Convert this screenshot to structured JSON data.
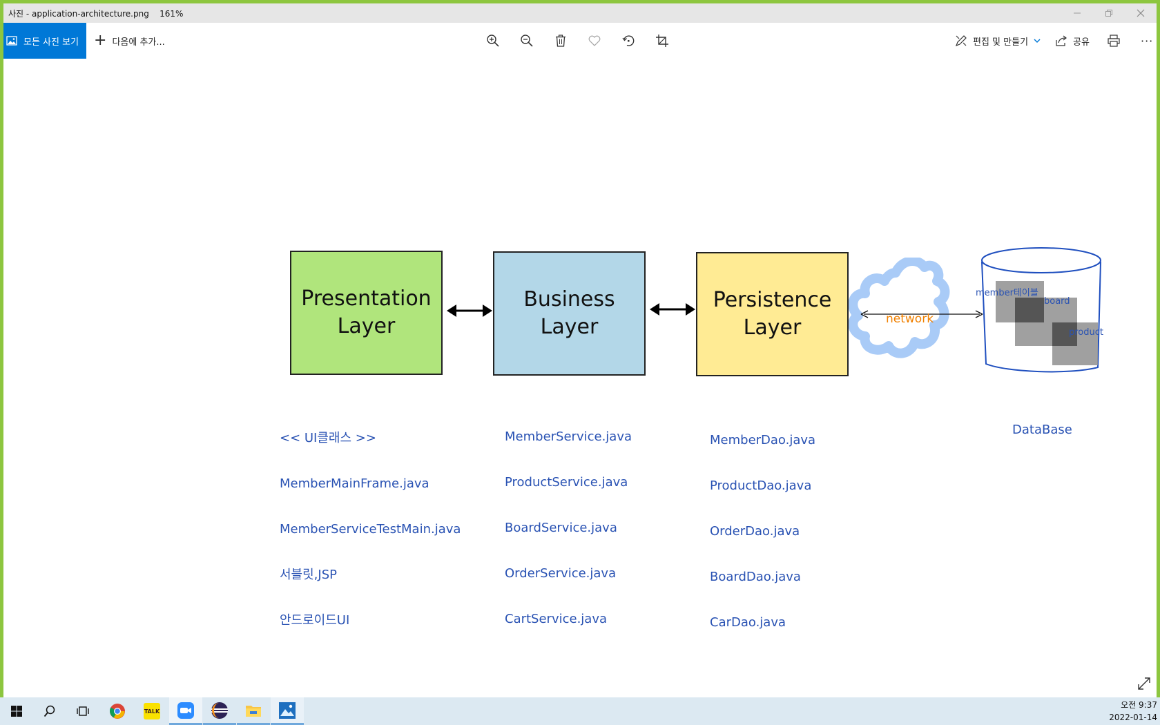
{
  "window": {
    "title": "사진 - application-architecture.png    161%"
  },
  "toolbar": {
    "all_photos_label": "모든 사진 보기",
    "add_to_label": "다음에 추가...",
    "edit_create_label": "편집 및 만들기",
    "share_label": "공유",
    "more_label": "···"
  },
  "icons": {
    "photos": "photos-icon",
    "zoom_in": "zoom-in-icon",
    "zoom_out": "zoom-out-icon",
    "delete": "trash-icon",
    "favorite": "heart-icon",
    "rotate": "rotate-icon",
    "crop": "crop-icon",
    "edit": "edit-icon",
    "share": "share-icon",
    "print": "print-icon",
    "expand": "expand-icon"
  },
  "diagram": {
    "presentation": {
      "line1": "Presentation",
      "line2": "Layer"
    },
    "business": {
      "line1": "Business",
      "line2": "Layer"
    },
    "persistence": {
      "line1": "Persistence",
      "line2": "Layer"
    },
    "network_label": "network",
    "db_tables": [
      "member테이블",
      "board",
      "product"
    ],
    "db_label": "DataBase",
    "presentation_list": [
      "<< UI클래스 >>",
      "MemberMainFrame.java",
      "MemberServiceTestMain.java",
      "서블릿,JSP",
      "안드로이드UI"
    ],
    "business_list": [
      "MemberService.java",
      "ProductService.java",
      "BoardService.java",
      "OrderService.java",
      "CartService.java"
    ],
    "persistence_list": [
      "MemberDao.java",
      "ProductDao.java",
      "OrderDao.java",
      "BoardDao.java",
      "CarDao.java"
    ]
  },
  "colors": {
    "accent": "#0078d7",
    "presentation_fill": "#b0e57c",
    "business_fill": "#b3d7e8",
    "persistence_fill": "#ffeb94",
    "annotation_text": "#2952b3",
    "network_text": "#f08000",
    "cloud_stroke": "#a9cbf7"
  },
  "taskbar": {
    "apps": [
      "start-icon",
      "search-icon",
      "task-view-icon",
      "chrome-icon",
      "kakaotalk-icon",
      "zoom-icon",
      "eclipse-icon",
      "file-explorer-icon",
      "photos-app-icon"
    ],
    "kakao_label": "TALK",
    "time": "오전 9:37",
    "date": "2022-01-14"
  }
}
